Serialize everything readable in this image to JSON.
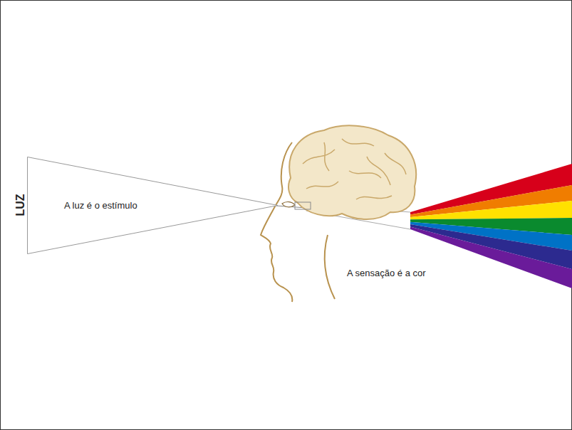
{
  "diagram": {
    "nodes": [
      {
        "text": [
          "A luz é o estímulo"
        ]
      }
    ],
    "labels": [
      "LUZ",
      "A sensação é a cor"
    ]
  }
}
